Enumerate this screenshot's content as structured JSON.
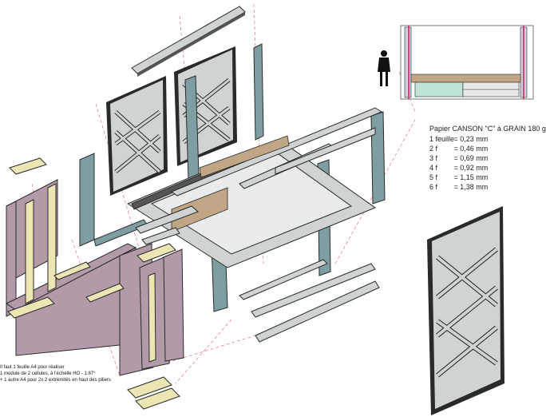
{
  "spec": {
    "title": "Papier CANSON \"C\" à GRAIN 180 g",
    "rows": [
      {
        "sheets": "1 feuille",
        "value": "= 0,23 mm"
      },
      {
        "sheets": "2 f",
        "value": "= 0,46 mm"
      },
      {
        "sheets": "3 f",
        "value": "= 0,69 mm"
      },
      {
        "sheets": "4 f",
        "value": "= 0,92 mm"
      },
      {
        "sheets": "5 f",
        "value": "= 1,15 mm"
      },
      {
        "sheets": "6 f",
        "value": "= 1,38 mm"
      }
    ]
  },
  "note": {
    "lines": [
      "Il faut 1 feuille A4 pour réaliser",
      "1 module de 2 cellules, à l'échelle HO - 1:87°",
      "+ 1 autre A4 pour 2x 2 extrémités en haut des piliers"
    ]
  },
  "colors": {
    "grey_panel": "#cfd3d4",
    "teal_panel": "#7f9ea1",
    "mauve_panel": "#b39aa9",
    "cream_panel": "#ece6b5",
    "wood_beam": "#bfa785",
    "guide_line": "#e8707a",
    "outline": "#2a2a2a"
  }
}
